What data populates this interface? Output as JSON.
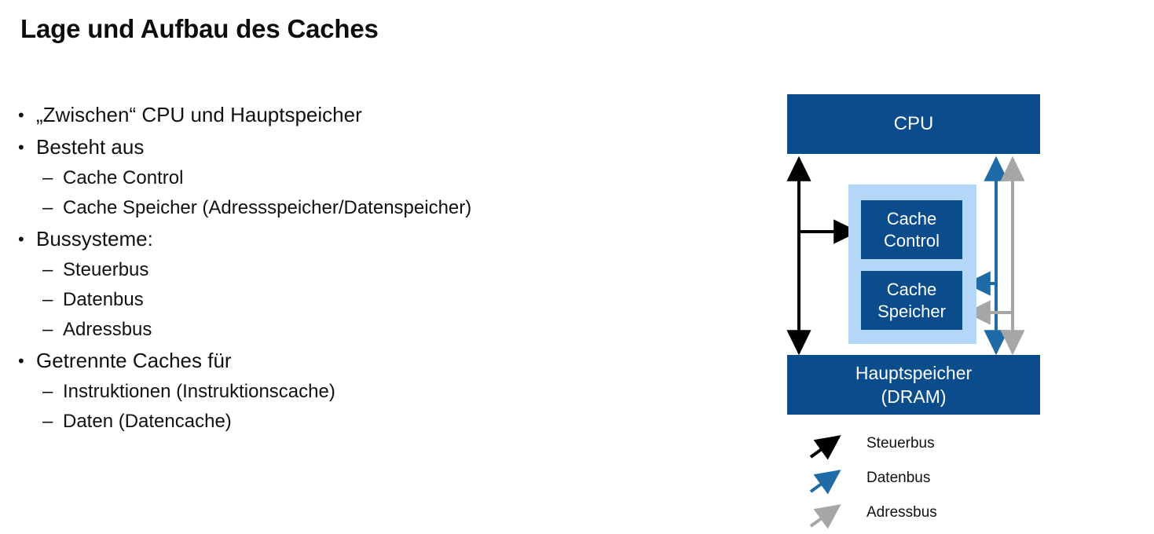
{
  "slide": {
    "title": "Lage und Aufbau des Caches",
    "bullets": [
      {
        "level": 1,
        "marker": "•",
        "text": "„Zwischen“ CPU und Hauptspeicher"
      },
      {
        "level": 1,
        "marker": "•",
        "text": "Besteht aus"
      },
      {
        "level": 2,
        "marker": "–",
        "text": "Cache Control"
      },
      {
        "level": 2,
        "marker": "–",
        "text": "Cache Speicher (Adressspeicher/Datenspeicher)"
      },
      {
        "level": 1,
        "marker": "•",
        "text": "Bussysteme:"
      },
      {
        "level": 2,
        "marker": "–",
        "text": "Steuerbus"
      },
      {
        "level": 2,
        "marker": "–",
        "text": "Datenbus"
      },
      {
        "level": 2,
        "marker": "–",
        "text": "Adressbus"
      },
      {
        "level": 1,
        "marker": "•",
        "text": "Getrennte Caches für"
      },
      {
        "level": 2,
        "marker": "–",
        "text": "Instruktionen (Instruktionscache)"
      },
      {
        "level": 2,
        "marker": "–",
        "text": "Daten (Datencache)"
      }
    ]
  },
  "diagram": {
    "cpu_label": "CPU",
    "cache_control_line1": "Cache",
    "cache_control_line2": "Control",
    "cache_speicher_line1": "Cache",
    "cache_speicher_line2": "Speicher",
    "memory_line1": "Hauptspeicher",
    "memory_line2": "(DRAM)",
    "colors": {
      "box_blue": "#0b4c8c",
      "cache_container_light_blue": "#b4d6f7",
      "steuerbus_black": "#000000",
      "datenbus_blue": "#1f6ba8",
      "adressbus_gray": "#a6a6a6",
      "box_text": "#ffffff"
    }
  },
  "legend": {
    "items": [
      {
        "label": "Steuerbus",
        "color": "#000000",
        "icon": "arrow-up-right-icon"
      },
      {
        "label": "Datenbus",
        "color": "#1f6ba8",
        "icon": "arrow-up-right-icon"
      },
      {
        "label": "Adressbus",
        "color": "#a6a6a6",
        "icon": "arrow-up-right-icon"
      }
    ]
  }
}
